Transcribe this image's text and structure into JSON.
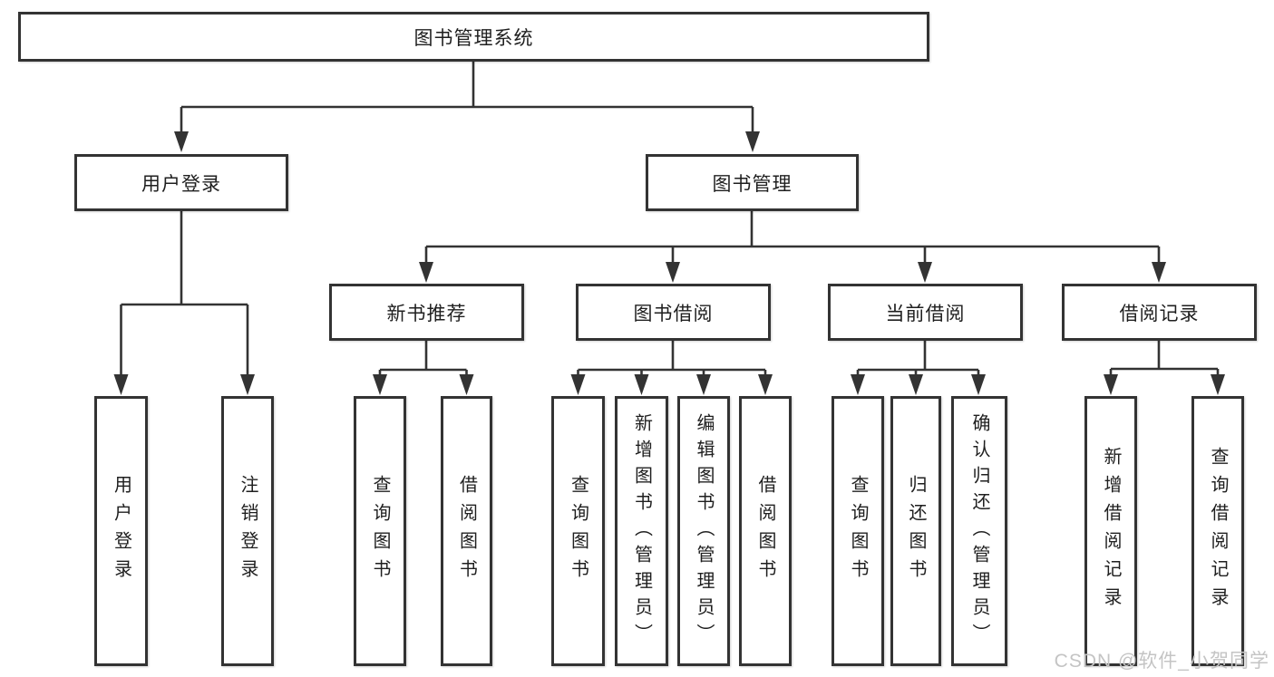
{
  "root": {
    "label": "图书管理系统"
  },
  "branches": [
    {
      "label": "用户登录",
      "children": [
        "用户登录",
        "注销登录"
      ]
    },
    {
      "label": "图书管理",
      "groups": [
        {
          "label": "新书推荐",
          "children": [
            "查询图书",
            "借阅图书"
          ]
        },
        {
          "label": "图书借阅",
          "children": [
            "查询图书",
            "新增图书（管理员）",
            "编辑图书（管理员）",
            "借阅图书"
          ]
        },
        {
          "label": "当前借阅",
          "children": [
            "查询图书",
            "归还图书",
            "确认归还（管理员）"
          ]
        },
        {
          "label": "借阅记录",
          "children": [
            "新增借阅记录",
            "查询借阅记录"
          ]
        }
      ]
    }
  ],
  "watermark": "CSDN @软件_小贺同学",
  "colors": {
    "line": "#333333",
    "box_border": "#333333",
    "box_background": "#ffffff",
    "text": "#1f1f1f",
    "watermark": "#c4c4c4"
  }
}
